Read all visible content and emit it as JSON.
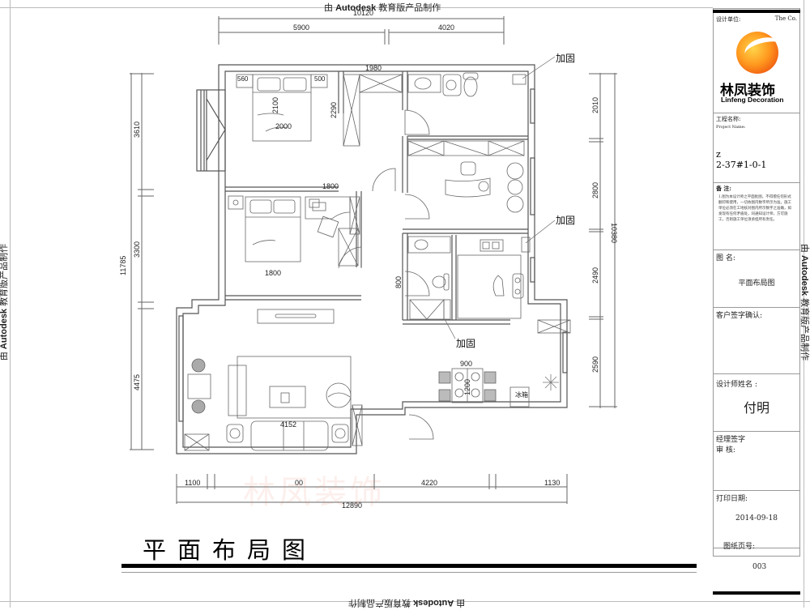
{
  "watermark_stamp": "由 Autodesk 教育版产品制作",
  "stamp": {
    "prefix": "由 ",
    "brand": "Autodesk",
    "suffix": " 教育版产品制作"
  },
  "drawing": {
    "title": "平面布局图",
    "reinforcement_label": "加固",
    "fridge_label": "冰箱",
    "dimensions": {
      "top_overall": "10120",
      "top_segments": [
        "5900",
        "4020"
      ],
      "bottom_overall": "12890",
      "bottom_segments": [
        "1100",
        "00",
        "4220",
        "1130"
      ],
      "left_overall": "11785",
      "left_segments": [
        "3610",
        "3300",
        "4475"
      ],
      "right_overall": "10380",
      "right_segments": [
        "2010",
        "2800",
        "2490",
        "2590"
      ],
      "interior": {
        "master_nightstand_left": "560",
        "master_nightstand_right": "500",
        "master_bed_length": "2100",
        "master_bed_width": "2000",
        "wardrobe_width": "1980",
        "wardrobe_depth": "2290",
        "second_room_wall": "1800",
        "second_bed_width": "1800",
        "bath_door": "800",
        "dining_table_width": "900",
        "dining_table_length": "1200",
        "sofa_length": "4152"
      }
    }
  },
  "watermark_brand": "林凤装饰",
  "title_block": {
    "design_unit_label": "设计单位:",
    "design_unit_en": "The  Co.",
    "brand_cn": "林凤装饰",
    "brand_en": "Linfeng Decoration",
    "project_name_label": "工程名称:",
    "project_name_en": "Project Name:",
    "project_mark": "z",
    "project_code": "2-37#1-0-1",
    "notes_label": "备  注:",
    "notes_text": "1.图为本设计师之平面批图，不得擅任何形式翻印和使用，一切依图内数字所示为准，施工单位必须在工地核对图内所示数字之准确，如发现有任何矛盾处，同通知设计师，方可施工，否则施工单位须承担所有责任。",
    "drawing_name_label": "图  名:",
    "drawing_name": "平面布局图",
    "client_confirm_label": "客户签字确认:",
    "designer_label": "设计师姓名 :",
    "designer_name": "付明",
    "manager_label": "经理签字",
    "review_label": "审   核:",
    "print_date_label": "打印日期:",
    "print_date": "2014-09-18",
    "sheet_no_label": "图纸页号:",
    "sheet_no": "003"
  },
  "colors": {
    "line": "#555555",
    "wall": "#666666",
    "logo_orange": "#f07a18",
    "logo_yellow": "#ffd54a"
  }
}
